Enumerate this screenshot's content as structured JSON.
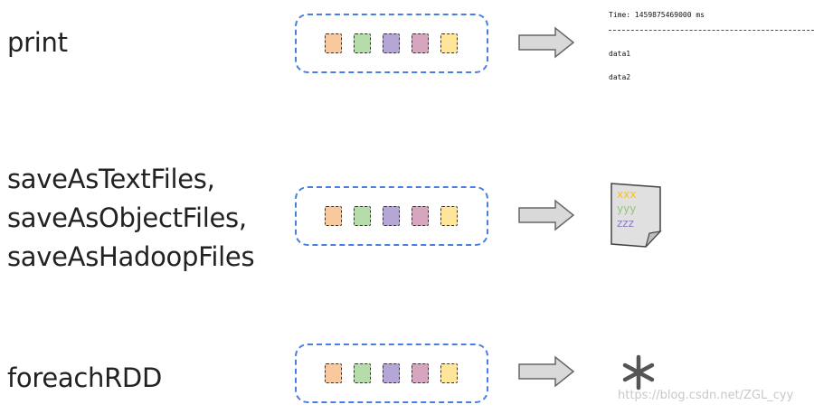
{
  "rows": [
    {
      "label_lines": [
        "print"
      ]
    },
    {
      "label_lines": [
        "saveAsTextFiles,",
        "saveAsObjectFiles,",
        "saveAsHadoopFiles"
      ]
    },
    {
      "label_lines": [
        "foreachRDD"
      ]
    }
  ],
  "rdd_colors": [
    "#f9c99e",
    "#b6dcaa",
    "#b4a7d6",
    "#d5a6bd",
    "#ffe599"
  ],
  "dstream_border_color": "#4a7fe0",
  "arrow": {
    "fill": "#d9d9d9",
    "stroke": "#666666"
  },
  "console": {
    "time_line": "Time: 1459875469000 ms",
    "lines": [
      "data1",
      "data2"
    ]
  },
  "file": {
    "icon": "document-icon",
    "lines": [
      {
        "text": "xxx",
        "color": "#f1c232"
      },
      {
        "text": "yyy",
        "color": "#93c47d"
      },
      {
        "text": "zzz",
        "color": "#8e7cc3"
      }
    ]
  },
  "star": {
    "icon": "asterisk-icon",
    "color": "#555555"
  },
  "watermark": "https://blog.csdn.net/ZGL_cyy"
}
